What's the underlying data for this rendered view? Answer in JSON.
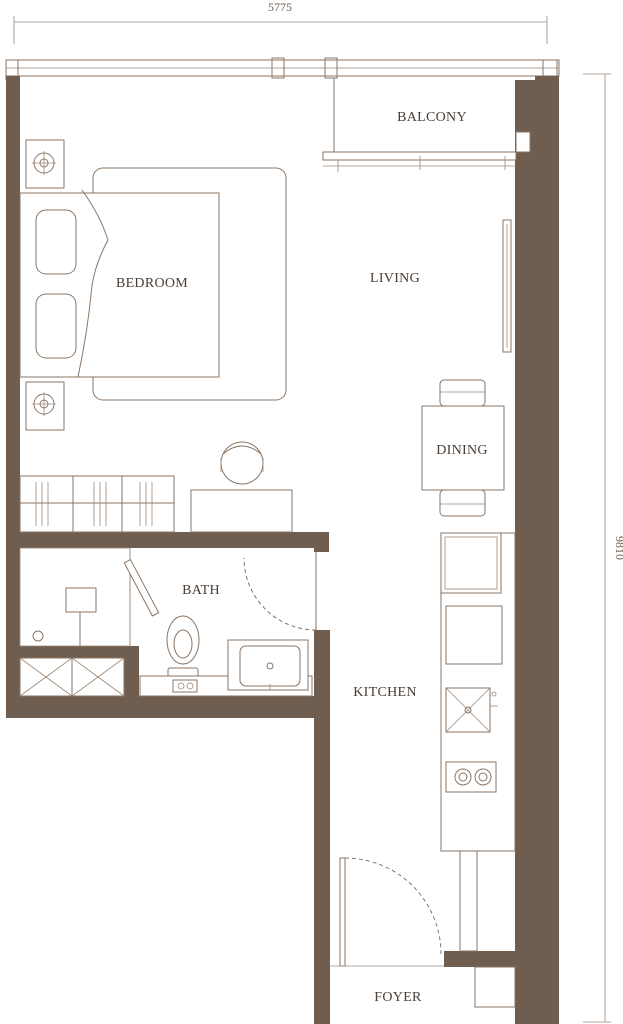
{
  "dimensions": {
    "width_label": "5775",
    "height_label": "9810"
  },
  "rooms": {
    "balcony": "BALCONY",
    "living": "LIVING",
    "bedroom": "BEDROOM",
    "dining": "DINING",
    "bath": "BATH",
    "kitchen": "KITCHEN",
    "foyer": "FOYER"
  },
  "colors": {
    "wall": "#6f5d4f",
    "line": "#8a7563",
    "text": "#4a3d33",
    "background": "#ffffff"
  }
}
